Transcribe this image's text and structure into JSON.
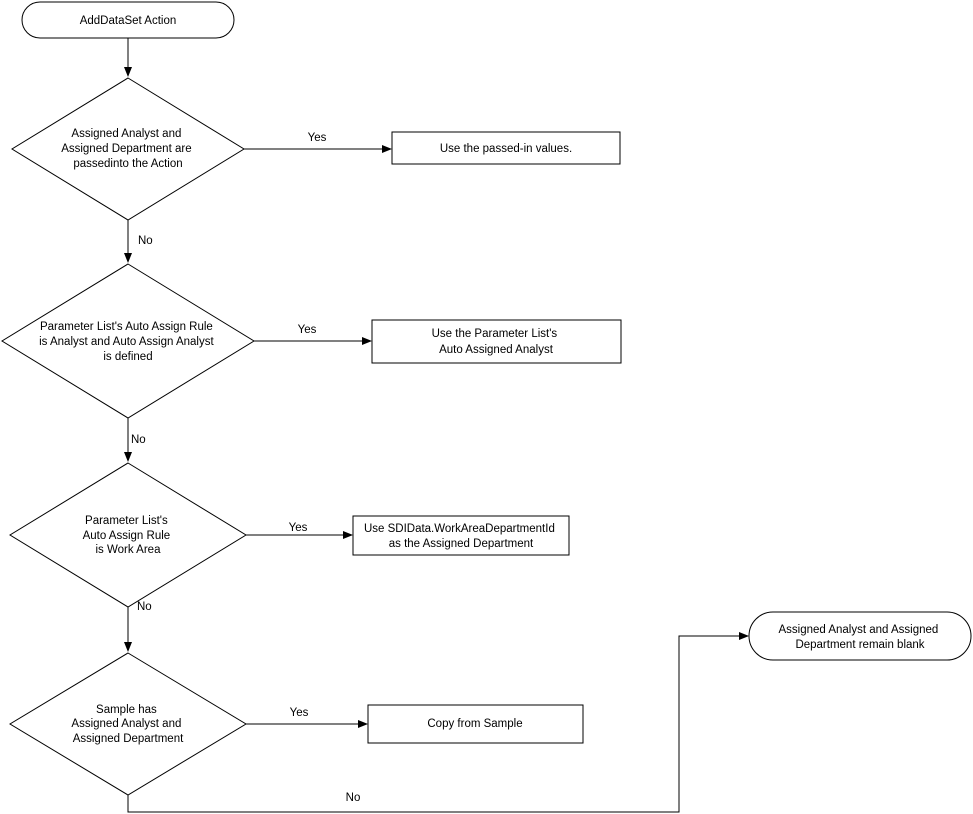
{
  "start": {
    "label": "AddDataSet Action"
  },
  "decisions": [
    {
      "lines": [
        "Assigned Analyst and",
        "Assigned Department are",
        "passedinto the Action"
      ]
    },
    {
      "lines": [
        "Parameter List's Auto Assign Rule",
        "is Analyst and Auto Assign Analyst",
        "is defined"
      ]
    },
    {
      "lines": [
        "Parameter List's",
        "Auto Assign Rule",
        "is Work Area"
      ]
    },
    {
      "lines": [
        "Sample  has",
        "Assigned Analyst and",
        "Assigned Department"
      ]
    }
  ],
  "actions": [
    {
      "lines": [
        "Use the passed-in values."
      ]
    },
    {
      "lines": [
        "Use the Parameter List's",
        "Auto Assigned Analyst"
      ]
    },
    {
      "lines": [
        "Use SDIData.WorkAreaDepartmentId",
        "as the Assigned Department"
      ]
    },
    {
      "lines": [
        "Copy from Sample"
      ]
    }
  ],
  "end": {
    "lines": [
      "Assigned Analyst and Assigned",
      "Department remain blank"
    ]
  },
  "edge_labels": {
    "yes": "Yes",
    "no": "No"
  }
}
